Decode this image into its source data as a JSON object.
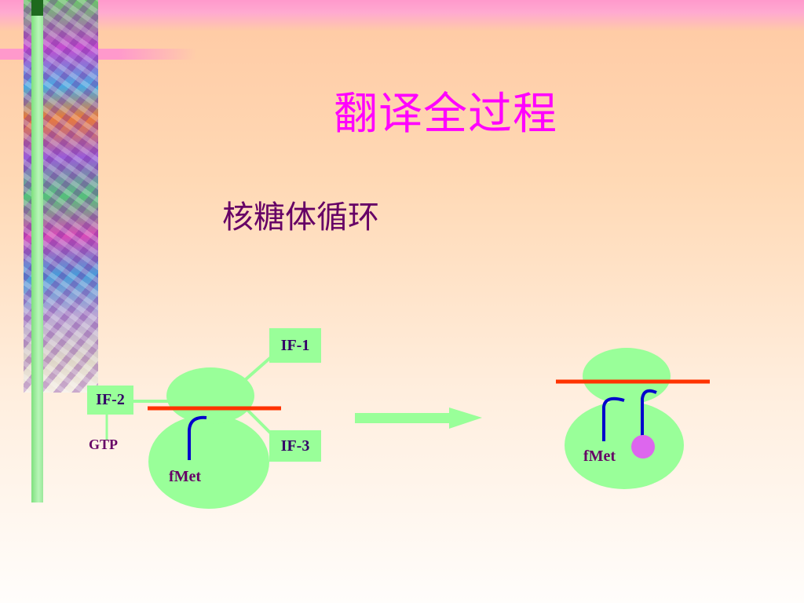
{
  "slide": {
    "title": "翻译全过程",
    "subtitle": "核糖体循环"
  },
  "diagram": {
    "left": {
      "if1_label": "IF-1",
      "if2_label": "IF-2",
      "if3_label": "IF-3",
      "gtp_label": "GTP",
      "fmet_label": "fMet"
    },
    "right": {
      "fmet_label": "fMet"
    }
  },
  "colors": {
    "title": "#ff00ff",
    "subtitle": "#660066",
    "ribosome": "#99ff99",
    "mrna": "#ff3300",
    "trna": "#0000cc",
    "amino_acid": "#dd66ee",
    "arrow": "#99ff99"
  }
}
